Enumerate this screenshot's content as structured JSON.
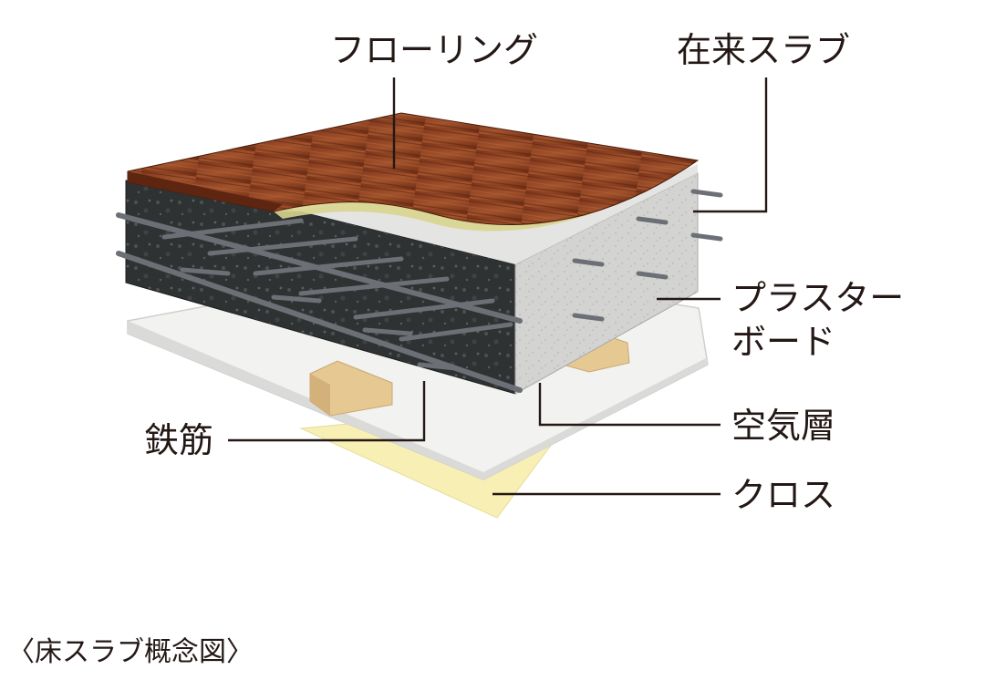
{
  "labels": {
    "flooring": "フローリング",
    "slab": "在来スラブ",
    "plasterboard_line1": "プラスター",
    "plasterboard_line2": "ボード",
    "rebar": "鉄筋",
    "air_layer": "空気層",
    "cloth": "クロス"
  },
  "caption": "〈床スラブ概念図〉",
  "colors": {
    "wood": "#8a3e1e",
    "concrete_dark": "#2e3232",
    "concrete_light": "#d6d6d4",
    "board": "#f0f0ee",
    "joist": "#e3c48e",
    "cloth": "#f7efb4",
    "text": "#231815"
  }
}
